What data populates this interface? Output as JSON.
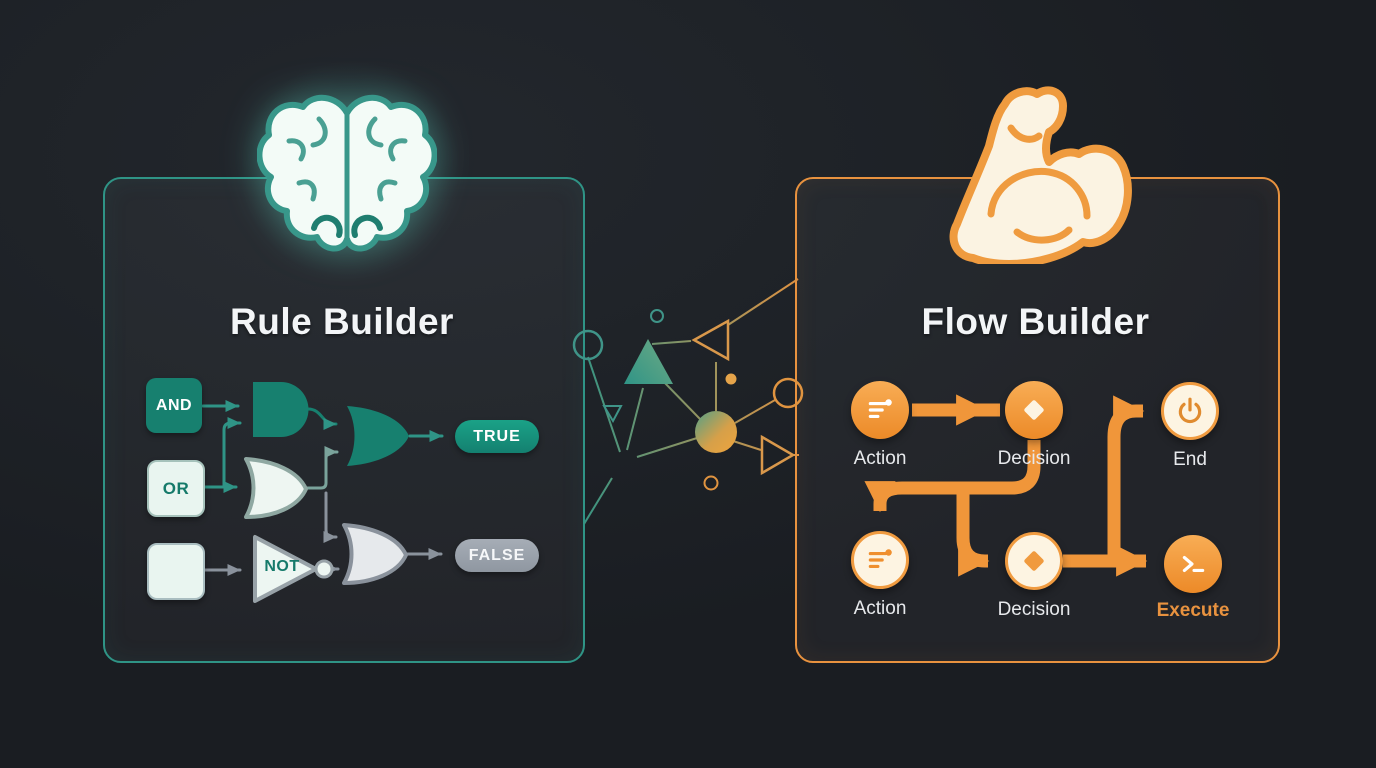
{
  "page": {
    "background_color": "#1e2227"
  },
  "left_panel": {
    "title": "Rule Builder",
    "icon": "brain",
    "accent_color": "#2f9486",
    "gate_solid_color": "#17806f",
    "inputs": {
      "and": "AND",
      "or": "OR",
      "blank": ""
    },
    "not_gate_label": "NOT",
    "outputs": {
      "true": "TRUE",
      "false": "FALSE"
    },
    "true_pill_color": "#18947e",
    "false_pill_color": "#99a1ab"
  },
  "right_panel": {
    "title": "Flow Builder",
    "icon": "flexed-bicep",
    "accent_color": "#e8923f",
    "node_color": "#f09a3e",
    "nodes": [
      {
        "label": "Action",
        "style": "solid",
        "icon": "list"
      },
      {
        "label": "Decision",
        "style": "solid",
        "icon": "diamond"
      },
      {
        "label": "End",
        "style": "outline",
        "icon": "power"
      },
      {
        "label": "Action",
        "style": "outline",
        "icon": "list"
      },
      {
        "label": "Decision",
        "style": "outline",
        "icon": "diamond"
      },
      {
        "label": "Execute",
        "style": "solid",
        "icon": "terminal"
      }
    ]
  }
}
